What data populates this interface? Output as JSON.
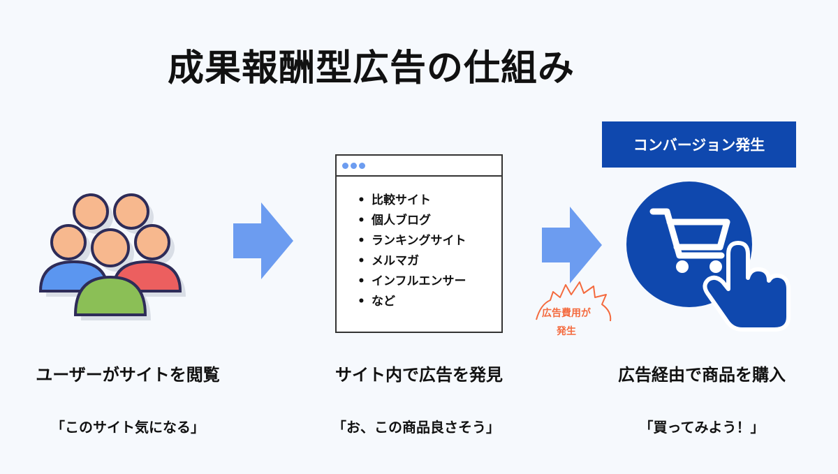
{
  "title": "成果報酬型広告の仕組み",
  "steps": [
    {
      "caption": "ユーザーがサイトを閲覧",
      "quote": "「このサイト気になる」",
      "icon": "users-group-icon"
    },
    {
      "caption": "サイト内で広告を発見",
      "quote": "「お、この商品良さそう」",
      "icon": "browser-window-icon"
    },
    {
      "caption": "広告経由で商品を購入",
      "quote": "「買ってみよう！」",
      "icon": "cart-click-icon"
    }
  ],
  "browser": {
    "items": [
      "比較サイト",
      "個人ブログ",
      "ランキングサイト",
      "メルマガ",
      "インフルエンサー",
      "など"
    ]
  },
  "conversion_label": "コンバージョン発生",
  "cost_label": {
    "line1": "広告費用が",
    "line2": "発生"
  },
  "colors": {
    "background": "#f6f9fd",
    "arrow": "#6c9cf0",
    "brand_blue": "#0f48ae",
    "accent_orange": "#f46a3e",
    "user_face": "#f7b88e",
    "user_blue": "#5b96f0",
    "user_red": "#ec5f5f",
    "user_green": "#8bbf56",
    "outline": "#2e2c58"
  }
}
